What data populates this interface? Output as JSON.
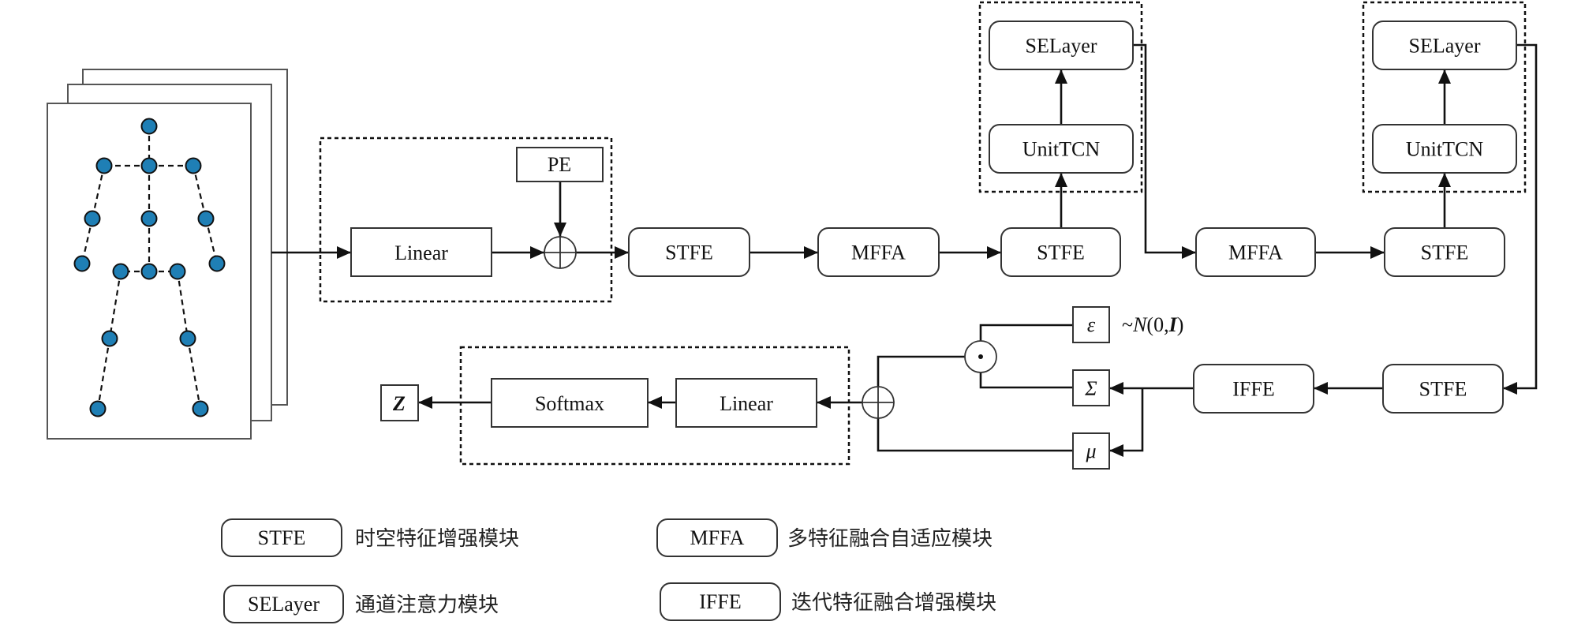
{
  "figure": {
    "description": "Skeleton-based action recognition network architecture",
    "colors": {
      "stroke": "#111111",
      "joint_fill": "#1f7fb5",
      "box_fill": "#ffffff"
    }
  },
  "input": {
    "name": "skeleton-frame-stack",
    "frames": 3,
    "joints": [
      "head",
      "neck",
      "left-shoulder",
      "right-shoulder",
      "spine",
      "left-elbow",
      "right-elbow",
      "left-hand",
      "right-hand",
      "left-hip",
      "pelvis",
      "right-hip",
      "left-knee",
      "right-knee",
      "left-foot",
      "right-foot"
    ]
  },
  "embedding_block": {
    "linear_label": "Linear",
    "pe_label": "PE",
    "add_symbol": "⊕"
  },
  "main_path": {
    "stfe_label": "STFE",
    "mffa_label": "MFFA",
    "unittcn_label": "UnitTCN",
    "selayer_label": "SELayer",
    "ifffe_label": "IFFE"
  },
  "latent": {
    "epsilon_label": "ε",
    "sigma_label": "Σ",
    "mu_label": "μ",
    "noise_prefix": "~",
    "noise_N": "N",
    "noise_open": "(0,",
    "noise_I": "I",
    "noise_close": ")",
    "hadamard_symbol": "⊙",
    "add_symbol": "⊕"
  },
  "classifier": {
    "linear_label": "Linear",
    "softmax_label": "Softmax",
    "output_label": "Z"
  },
  "legend": [
    {
      "abbr": "STFE",
      "desc": "时空特征增强模块"
    },
    {
      "abbr": "MFFA",
      "desc": "多特征融合自适应模块"
    },
    {
      "abbr": "SELayer",
      "desc": "通道注意力模块"
    },
    {
      "abbr": "IFFE",
      "desc": "迭代特征融合增强模块"
    }
  ]
}
